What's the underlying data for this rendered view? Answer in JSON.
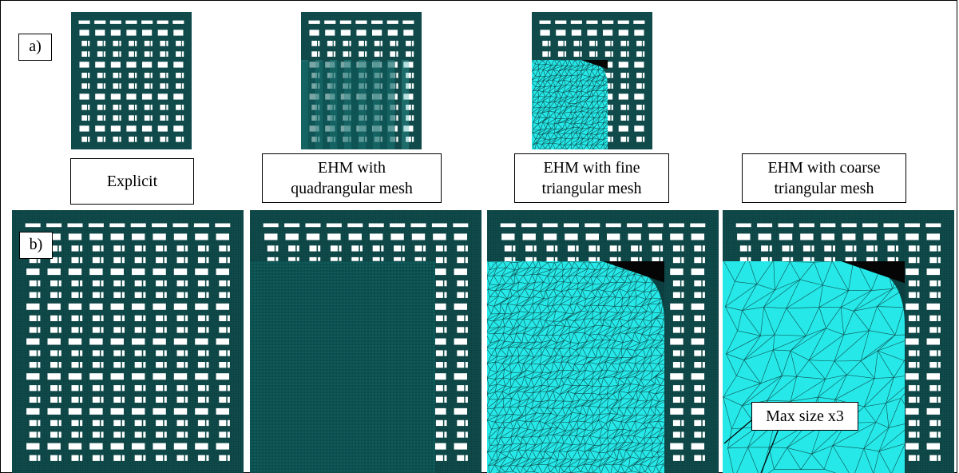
{
  "labels": {
    "part_a": "a)",
    "part_b": "b)"
  },
  "captions": [
    {
      "id": "explicit",
      "text": "Explicit"
    },
    {
      "id": "ehm-quad",
      "text": "EHM with\nquadrangular mesh"
    },
    {
      "id": "ehm-fine",
      "text": "EHM with fine\ntriangular mesh"
    },
    {
      "id": "ehm-coarse",
      "text": "EHM with coarse\ntriangular mesh"
    }
  ],
  "callout": "Max size x3",
  "colors": {
    "mesh_dark": "#0c3f3f",
    "hole": "#ffffff",
    "tri_fill": "#26e8e8",
    "tri_fill_small": "#22d4d4",
    "quad_teal": "#0f5c5c"
  }
}
